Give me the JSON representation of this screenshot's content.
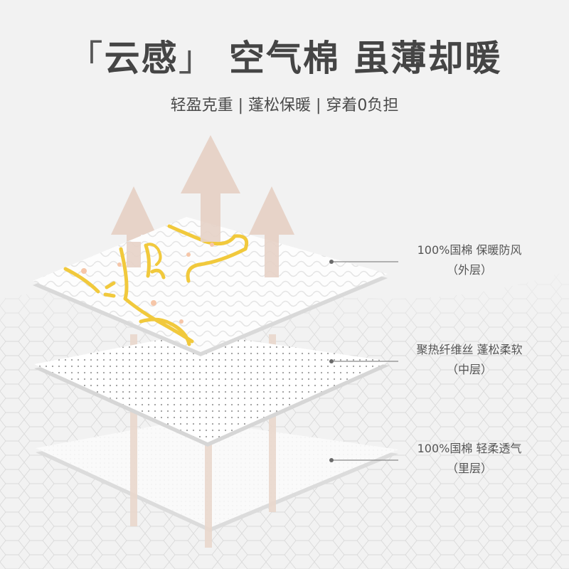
{
  "title": {
    "open_bracket": "「",
    "highlight": "云感",
    "close_bracket": "」",
    "rest": "空气棉 虽薄却暖"
  },
  "subtitle": "轻盈克重 | 蓬松保暖 | 穿着0负担",
  "layers": [
    {
      "name": "100%国棉 保暖防风",
      "position": "（外层）"
    },
    {
      "name": "聚热纤维丝 蓬松柔软",
      "position": "（中层）"
    },
    {
      "name": "100%国棉 轻柔透气",
      "position": "（里层）"
    }
  ],
  "colors": {
    "background": "#f2f2f2",
    "arrow": "#e7d3c8",
    "pattern_yellow": "#f1c93c",
    "text": "#4a4a4a"
  }
}
